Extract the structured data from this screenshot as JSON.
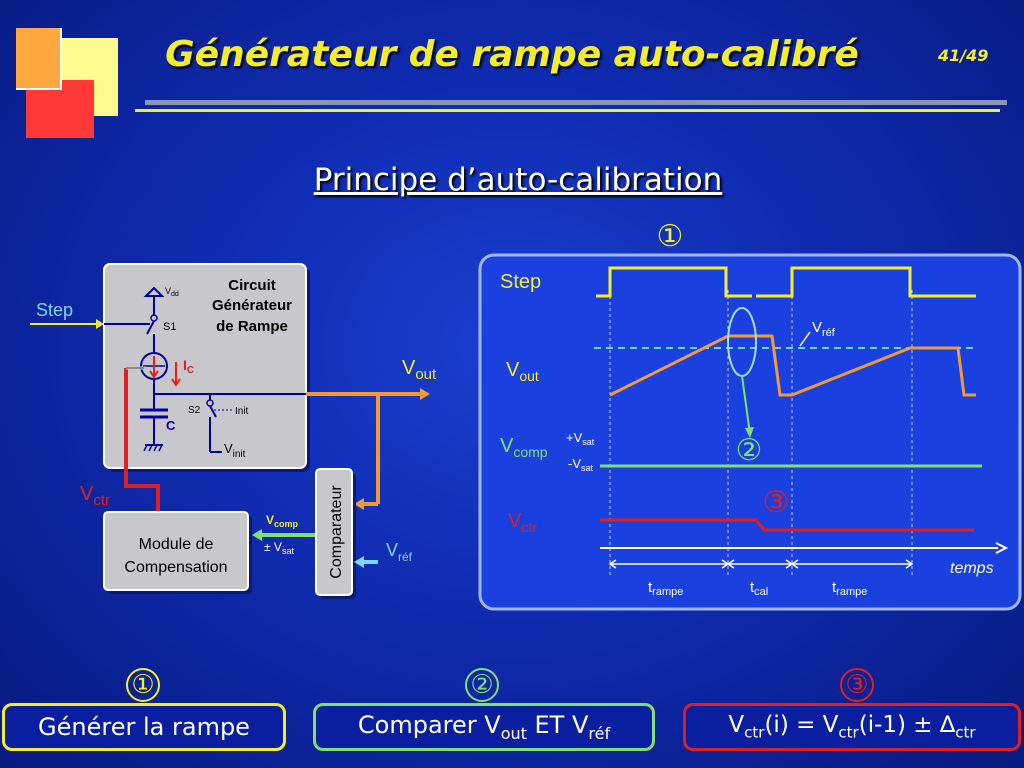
{
  "header": {
    "title": "Générateur de rampe auto-calibré",
    "page": "41/49"
  },
  "subtitle": "Principe d’auto-calibration",
  "circuit": {
    "block_title": [
      "Circuit",
      "Générateur",
      "de Rampe"
    ],
    "step": "Step",
    "vdd": "V",
    "vdd_sub": "dd",
    "s1": "S1",
    "ic": "I",
    "ic_sub": "C",
    "s2": "S2",
    "init": "Init",
    "cap": "C",
    "vinit": "V",
    "vinit_sub": "init",
    "vout": "V",
    "vout_sub": "out",
    "vctr": "V",
    "vctr_sub": "ctr",
    "module": [
      "Module de",
      "Compensation"
    ],
    "vcomp": "V",
    "vcomp_sub": "comp",
    "pm_vsat": "± V",
    "pm_vsat_sub": "sat",
    "comparator": "Comparateur",
    "vref": "V",
    "vref_sub": "réf"
  },
  "timing": {
    "marker1": "①",
    "marker2": "②",
    "marker3": "③",
    "step": "Step",
    "vout": "V",
    "vout_sub": "out",
    "vref": "V",
    "vref_sub": "réf",
    "vcomp": "V",
    "vcomp_sub": "comp",
    "plus_vsat": "+V",
    "minus_vsat": "-V",
    "sat_sub": "sat",
    "vctr": "V",
    "vctr_sub": "ctr",
    "time": "temps",
    "t_ramp": "t",
    "t_ramp_sub": "rampe",
    "t_cal": "t",
    "t_cal_sub": "cal"
  },
  "steps": [
    {
      "num": "①",
      "label": "Générer la rampe",
      "color": "#f4ee2a"
    },
    {
      "num": "②",
      "label_a": "Comparer V",
      "sub_a": "out",
      "label_b": " ET V",
      "sub_b": "réf",
      "color": "#80e070"
    },
    {
      "num": "③",
      "eq_a": "V",
      "sub_a": "ctr",
      "eq_b": "(i) = V",
      "sub_b": "ctr",
      "eq_c": "(i-1) ± ∆",
      "sub_c": "ctr",
      "color": "#e02020"
    }
  ],
  "colors": {
    "title": "#f4ee2a",
    "panel_border": "#9fb7ff",
    "orange": "#f29a3a",
    "green": "#80e070",
    "red": "#e02020",
    "vref_line": "#6fd6ff"
  }
}
